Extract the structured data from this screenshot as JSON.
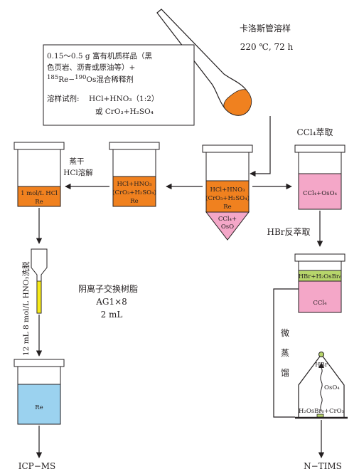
{
  "colors": {
    "orange": "#f0811f",
    "pink": "#f4a7c8",
    "blue": "#9bd2ef",
    "green": "#b7d56b",
    "yellow": "#f6ea1a",
    "line": "#231f20"
  },
  "carius": {
    "title": "卡洛斯管溶样",
    "condition": "220 ℃, 72 h"
  },
  "sample_box": {
    "line1": "0.15～0.5 g 富有机质样品（黑",
    "line2": "色页岩、沥青或原油等）+",
    "line3_sup": "185",
    "line3_a": "Re−",
    "line3_sup2": "190",
    "line3_b": "Os混合稀释剂",
    "reagent_label": "溶样试剂:",
    "reagent1": "HCl+HNO₃（1:2）",
    "reagent2": "或 CrO₃+H₂SO₄"
  },
  "centrifuge": {
    "top_l1": "HCl+HNO₃",
    "top_l2": "(CrO₃+H₂SO₄)",
    "top_l3": "Re",
    "cone_l1": "CCl₄+",
    "cone_l2": "OsO"
  },
  "beaker_middle": {
    "l1": "HCl+HNO₃",
    "l2": "(CrO₃+H₂SO₄)",
    "l3": "Re"
  },
  "evap_label": {
    "l1": "蒸干",
    "l2": "HCl溶解"
  },
  "beaker_left": {
    "l1": "1 mol/L HCl",
    "l2": "Re"
  },
  "column": {
    "eluent": "12 mL 8 mol/L HNO₃洗脱",
    "resin_l1": "阴离子交换树脂",
    "resin_l2": "AG1×8",
    "resin_l3": "2 mL"
  },
  "beaker_bottom": {
    "content": "Re",
    "output": "ICP−MS"
  },
  "ccl4_extract": {
    "title": "CCl₄萃取",
    "content": "CCl₄+OsO₄"
  },
  "hbr_back": {
    "title": "HBr反萃取",
    "upper": "HBr+H₂OsBr₆",
    "lower": "CCl₄"
  },
  "micro_distill": {
    "c1": "微",
    "c2": "蒸",
    "c3": "馏",
    "hbr": "HBr",
    "oso4": "OsO₄",
    "bottom": "H₂OsBr₆+CrO₃"
  },
  "output_right": "N−TIMS"
}
